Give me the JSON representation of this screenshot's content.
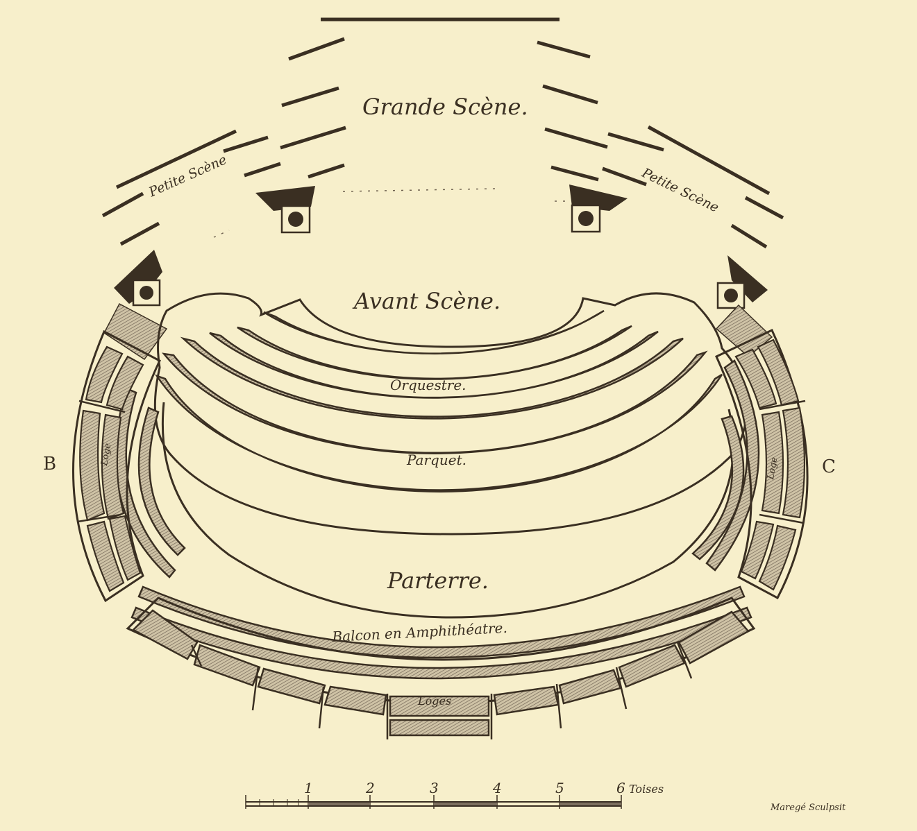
{
  "labels": {
    "grande_scene": "Grande Scène.",
    "petite_scene_left": "Petite Scène",
    "petite_scene_right": "Petite Scène",
    "avant_scene": "Avant Scène.",
    "orquestre": "Orquestre.",
    "parquet": "Parquet.",
    "parterre": "Parterre.",
    "balcon": "Balcon en Amphithéatre.",
    "loges_bottom": "Loges",
    "loge_left": "Loge",
    "loge_right": "Loge",
    "point_b": "B",
    "point_c": "C",
    "engraver": "Maregé Sculpsit"
  },
  "scale": {
    "unit": "Toises",
    "ticks": [
      "1",
      "2",
      "3",
      "4",
      "5",
      "6"
    ]
  },
  "colors": {
    "paper": "#f7efcb",
    "ink": "#3a2f22",
    "hatch": "#9a8c78"
  }
}
